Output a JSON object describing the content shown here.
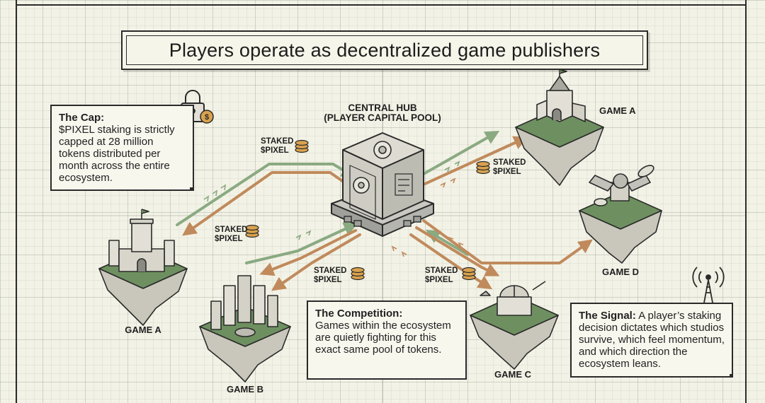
{
  "title": "Players operate as decentralized game publishers",
  "hub": {
    "line1": "CENTRAL HUB",
    "line2": "(PLAYER CAPITAL POOL)"
  },
  "cap": {
    "heading": "The Cap:",
    "body": "$PIXEL staking is strictly capped at 28 million tokens distributed per month across the entire ecosystem."
  },
  "competition": {
    "heading": "The Competition:",
    "body": "Games within the ecosystem are quietly fighting for this exact same pool of tokens."
  },
  "signal": {
    "heading": "The Signal:",
    "body": "A player’s staking decision dictates which studios survive, which feel momentum, and which direction the ecosystem leans."
  },
  "games": {
    "top_right": "GAME A",
    "left": "GAME A",
    "b": "GAME B",
    "c": "GAME C",
    "d": "GAME D"
  },
  "staked": {
    "line1": "STAKED",
    "line2": "$PIXEL"
  },
  "colors": {
    "green_flow": "#8aaa82",
    "orange_flow": "#c08a5c",
    "island_grass": "#6e9060",
    "island_rock": "#c9c7bc",
    "coin": "#d9a24e",
    "ink": "#2b2b2b"
  },
  "icons": [
    "padlock-icon",
    "coin-icon",
    "shuffle-icon",
    "shield-icon",
    "broadcast-tower-icon",
    "gear-icon"
  ]
}
